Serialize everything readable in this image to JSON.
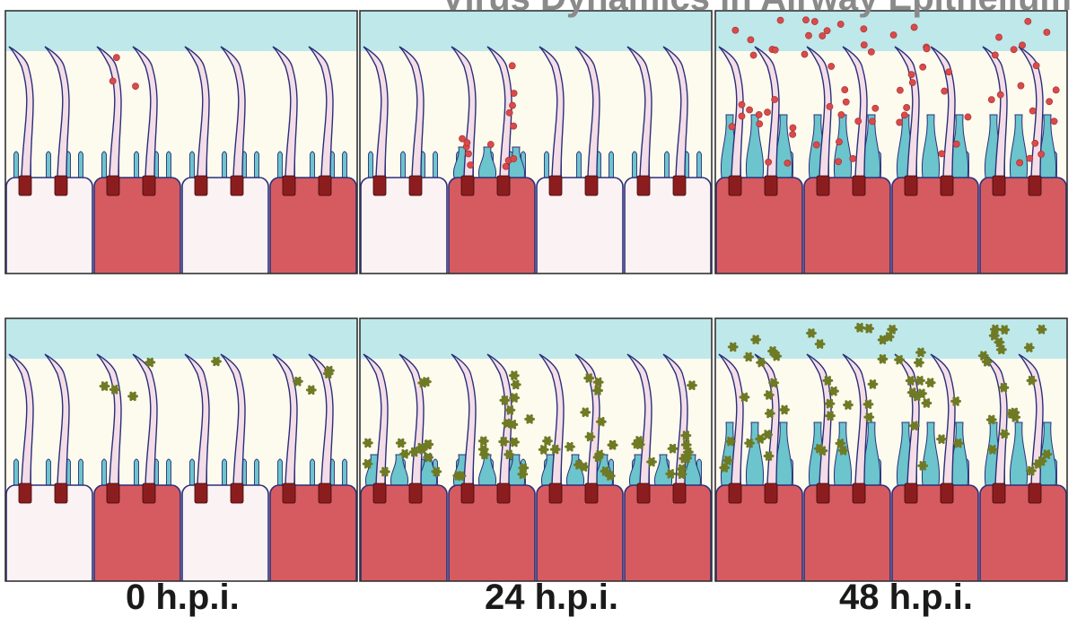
{
  "panels": [
    {
      "row": 0,
      "col": 0,
      "infected": [
        1,
        3
      ],
      "particle": "red",
      "stage": "early"
    },
    {
      "row": 0,
      "col": 1,
      "infected": [
        1
      ],
      "particle": "red",
      "stage": "mid"
    },
    {
      "row": 0,
      "col": 2,
      "infected": [
        0,
        1,
        2,
        3
      ],
      "particle": "red",
      "stage": "late"
    },
    {
      "row": 1,
      "col": 0,
      "infected": [
        1,
        3
      ],
      "particle": "olive",
      "stage": "early"
    },
    {
      "row": 1,
      "col": 1,
      "infected": [
        0,
        1,
        2,
        3
      ],
      "particle": "olive",
      "stage": "mid"
    },
    {
      "row": 1,
      "col": 2,
      "infected": [
        0,
        1,
        2,
        3
      ],
      "particle": "olive",
      "stage": "late"
    }
  ],
  "colors": {
    "mucus": "#bfe8ea",
    "lumen": "#fdfaee",
    "cilia_fill": "#f4dde7",
    "outline": "#2a2f7a",
    "cell_uninfected": "#fbf2f4",
    "cell_infected": "#d65b60",
    "basal_body": "#8c1d1f",
    "microvilli": "#6cc4cc",
    "particle_red": "#d94a4a",
    "particle_olive": "#6f7a25"
  },
  "labels": {
    "time_0": "0 h.p.i.",
    "time_1": "24 h.p.i.",
    "time_2": "48 h.p.i.",
    "title_fragment": "Virus Dynamics in Airway Epithelium"
  }
}
